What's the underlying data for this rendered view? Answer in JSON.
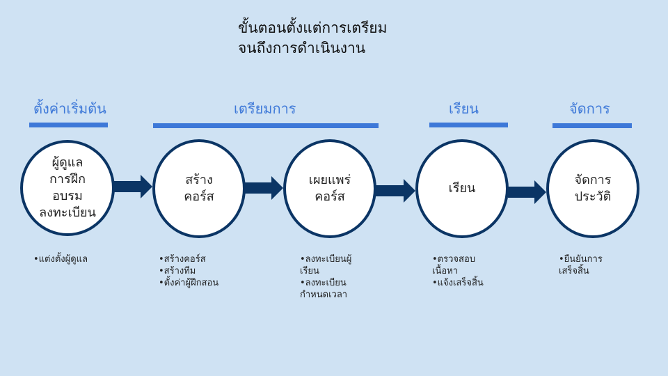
{
  "title": {
    "lines": [
      "ขั้นตอนตั้งแต่การเตรียม",
      "จนถึงการดำเนินงาน"
    ]
  },
  "stages": [
    {
      "label": "ตั้งค่าเริ่มต้น"
    },
    {
      "label": "เตรียมการ"
    },
    {
      "label": "เรียน"
    },
    {
      "label": "จัดการ"
    }
  ],
  "nodes": [
    {
      "lines": [
        "ผู้ดูแล",
        "การฝึก",
        "อบรม",
        "ลงทะเบียน"
      ]
    },
    {
      "lines": [
        "สร้าง",
        "คอร์ส"
      ]
    },
    {
      "lines": [
        "เผยแพร่",
        "คอร์ส"
      ]
    },
    {
      "lines": [
        "เรียน"
      ]
    },
    {
      "lines": [
        "จัดการ",
        "ประวัติ"
      ]
    }
  ],
  "notes": [
    {
      "lines": [
        "•แต่งตั้งผู้ดูแล"
      ]
    },
    {
      "lines": [
        "•สร้างคอร์ส",
        "•สร้างทีม",
        "•ตั้งค่าผู้ฝึกสอน"
      ]
    },
    {
      "lines": [
        "•ลงทะเบียนผู้",
        "เรียน",
        "•ลงทะเบียน",
        "กำหนดเวลา"
      ]
    },
    {
      "lines": [
        "•ตรวจสอบ",
        "เนื้อหา",
        "•แจ้งเสร็จสิ้น"
      ]
    },
    {
      "lines": [
        "•ยืนยันการ",
        "เสร็จสิ้น"
      ]
    }
  ],
  "colors": {
    "background": "#cfe2f3",
    "accent": "#3d78d8",
    "node_border": "#0b3565",
    "arrow": "#0b3565"
  }
}
